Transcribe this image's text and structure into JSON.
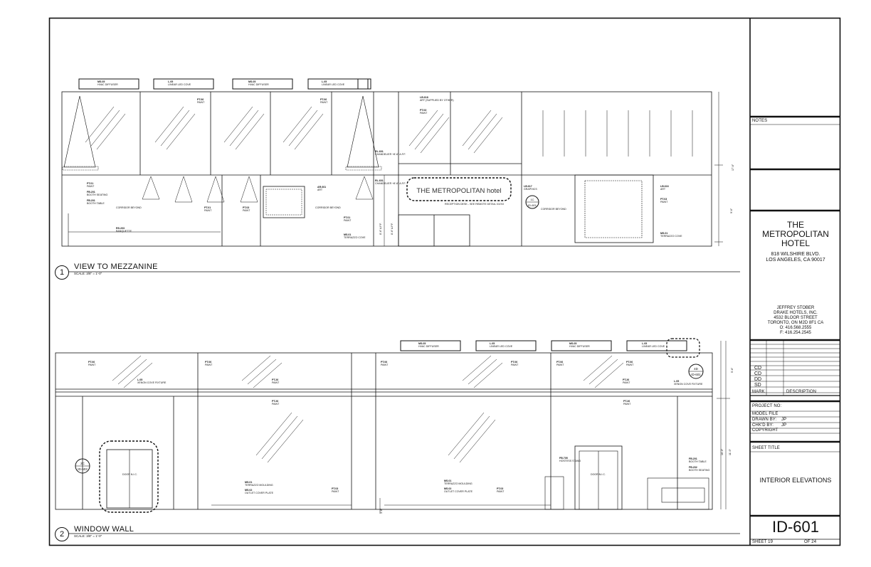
{
  "title_block": {
    "notes_label": "NOTES",
    "project_name_line1": "THE",
    "project_name_line2": "METROPOLITAN",
    "project_name_line3": "HOTEL",
    "project_address_line1": "818 WILSHIRE BLVD.",
    "project_address_line2": "LOS ANGELES, CA 90017",
    "designer_line1": "JEFFREY STOBER",
    "designer_line2": "DRAKE HOTELS, INC.",
    "designer_line3": "4532 BLOOR STREET",
    "designer_line4": "TORONTO, ON M2D 8F1 CA",
    "designer_line5": "O: 416.568.2555",
    "designer_line6": "F: 416.254.2545",
    "revision_codes": [
      "CD",
      "CD",
      "DD",
      "SD"
    ],
    "mark_label": "MARK",
    "description_label": "DESCRIPTION",
    "project_no_label": "PROJECT NO:",
    "model_file_label": "MODEL FILE",
    "drawn_by_label": "DRAWN BY:",
    "drawn_by_value": "JP",
    "chkd_by_label": "CHK'D BY:",
    "chkd_by_value": "JP",
    "copyright_label": "COPYRIGHT",
    "sheet_title_label": "SHEET TITLE",
    "sheet_title": "INTERIOR ELEVATIONS",
    "sheet_number": "ID-601",
    "sheet_index": "SHEET 19",
    "sheet_total": "OF 24"
  },
  "views": [
    {
      "number": "1",
      "title": "VIEW TO MEZZANINE",
      "scale": "SCALE: 3/8\"  =  1'-0\""
    },
    {
      "number": "2",
      "title": "WINDOW WALL",
      "scale": "SCALE: 3/8\"  =  1'-0\""
    }
  ],
  "elevation1": {
    "signage": "THE METROPOLITAN hotel",
    "tags": [
      "MS.05 HVAC DIFFUSER",
      "L.05 LINEAR LED COVE",
      "MS.05 HVAC DIFFUSER",
      "L.05 LINEAR LED COVE",
      "PT.06 PAINT",
      "PT.06 PAINT",
      "LB.618 ART (SUPPLIED BY OTHER)",
      "PT.03 PAINT",
      "PT.01 PAINT",
      "FB.201 BOOTH SEATING",
      "FB.201 BOOTH TABLE",
      "CORRIDOR BEYOND",
      "PT.01 PAINT",
      "PT.03 PAINT",
      "AR.601 ART",
      "CORRIDOR BEYOND",
      "PT.01 PAINT",
      "MS.01 TERRAZZO COVE",
      "RS.203 BANQUETTE",
      "RL.601 CHANDELIER +8'-6\" A.F.F.",
      "RL.601 CHANDELIER +8'-6\" A.F.F.",
      "RECEPTION DESK - SEE REMOTE DETAIL XX/XX",
      "LB.617 GRAPHICS",
      "CORRIDOR BEYOND",
      "LB.616 ART",
      "PT.03 PAINT",
      "MS.01 TERRAZZO COVE"
    ],
    "callout": {
      "number": "1C",
      "sheet": "ID-601"
    },
    "dims": [
      "17'-6\"",
      "9'-6\"",
      "8'-6\" A.F.F.",
      "8'-6\" A.F.F."
    ]
  },
  "elevation2": {
    "tags": [
      "MS.05 HVAC DIFFUSER",
      "L.05 LINEAR LED COVE",
      "MS.05 HVAC DIFFUSER",
      "L.05 LINEAR LED COVE",
      "PT.06 PAINT",
      "PT.06 PAINT",
      "PT.06 PAINT",
      "PT.06 PAINT",
      "PT.06 PAINT",
      "PT.06 PAINT",
      "L.05 XENON COVE FIXTURE",
      "PT.26 PAINT",
      "PT.26 PAINT",
      "L.05 XENON COVE FIXTURE",
      "PT.26 PAINT",
      "PT.26 PAINT",
      "MS.01 TERRAZZO MOULDING",
      "MS.02 OUTLET COVER PLATE",
      "PT.03 PAINT",
      "MS.01 TERRAZZO MOULDING",
      "MS.02 OUTLET COVER PLATE",
      "PT.03 PAINT",
      "FB.705 HOSTESS STAND",
      "FB.201 BOOTH TABLE",
      "FB.202 BOOTH SEATING",
      "DOOR N.I.C.",
      "DOOR N.I.C."
    ],
    "callout_left": {
      "number": "2C",
      "sheet": "ID-603"
    },
    "callout_right": {
      "number": "4D",
      "sheet": "ID-601"
    },
    "dims": [
      "5'-6\"",
      "16'-0\"",
      "11'-0\"",
      "3'-6\""
    ]
  }
}
